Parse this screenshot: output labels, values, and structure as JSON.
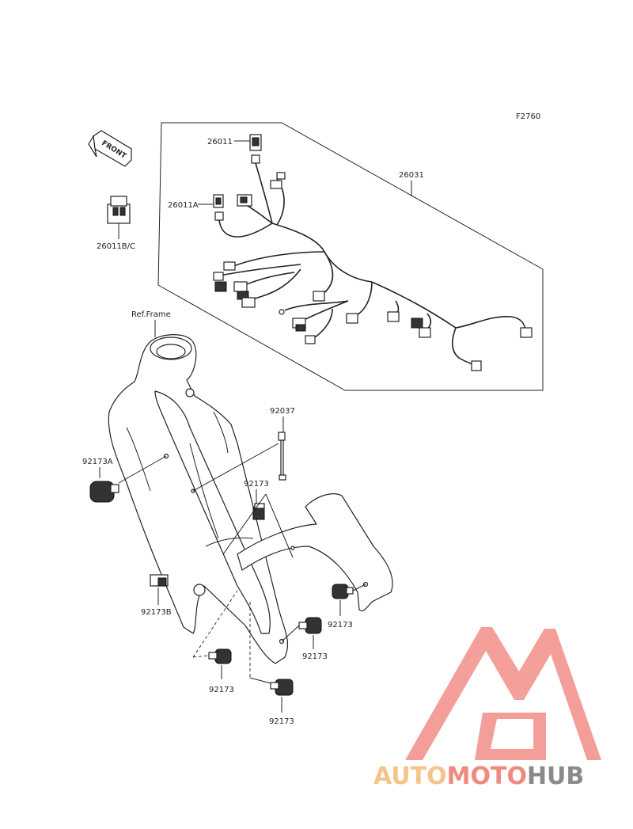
{
  "figure_code": "F2760",
  "front_arrow": "FRONT",
  "ref_frame": "Ref.Frame",
  "labels": {
    "p26011": "26011",
    "p26011A": "26011A",
    "p26011BC": "26011B/C",
    "p26031": "26031",
    "p92037": "92037",
    "p92173A": "92173A",
    "p92173_1": "92173",
    "p92173B": "92173B",
    "p92173_2": "92173",
    "p92173_3": "92173",
    "p92173_4": "92173",
    "p92173_5": "92173"
  },
  "watermark": {
    "part1": "AUTO",
    "part2": "MOTO",
    "part3": "HUB",
    "color1": "#f5c48a",
    "color2": "#f08a80",
    "color3": "#8a8a8a",
    "mark_color": "#f07a72"
  }
}
